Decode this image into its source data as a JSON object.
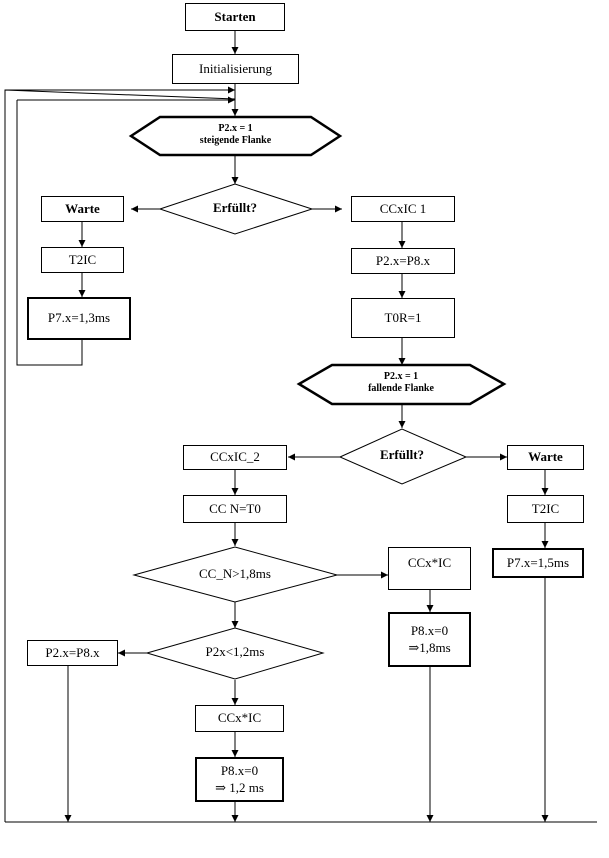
{
  "nodes": {
    "start": "Starten",
    "init": "Initialisierung",
    "hex1": {
      "line1": "P2.x = 1",
      "line2": "steigende Flanke"
    },
    "dec1": "Erfüllt?",
    "warte1": "Warte",
    "t2ic1": "T2IC",
    "p7_13": "P7.x=1,3ms",
    "ccxic1": "CCxIC 1",
    "p2_p8_1": "P2.x=P8.x",
    "t0r": "T0R=1",
    "hex2": {
      "line1": "P2.x = 1",
      "line2": "fallende Flanke"
    },
    "dec2": "Erfüllt?",
    "ccxic2": "CCxIC_2",
    "ccn": "CC  N=T0",
    "dec3": "CC_N>1,8ms",
    "ccx_ic_a": "CCx*IC",
    "p8_18": {
      "line1": "P8.x=0",
      "line2": "⇒1,8ms"
    },
    "warte2": "Warte",
    "t2ic2": "T2IC",
    "p7_15": "P7.x=1,5ms",
    "p2_p8_2": "P2.x=P8.x",
    "dec4": "P2x<1,2ms",
    "ccx_ic_b": "CCx*IC",
    "p8_12": {
      "line1": "P8.x=0",
      "line2": "⇒ 1,2 ms"
    }
  }
}
